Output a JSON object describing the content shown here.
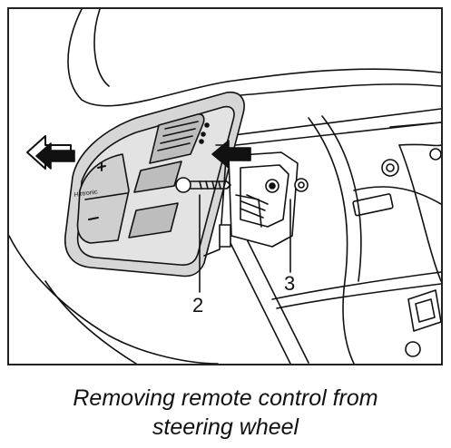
{
  "figure": {
    "callouts": [
      "2",
      "3"
    ],
    "arrows": [
      "removal-direction-arrow",
      "insertion-arrow"
    ],
    "control_brand": "Hirtronic",
    "control_button_symbols": [
      "+",
      "−"
    ]
  },
  "caption": {
    "line1": "Removing remote control from",
    "line2": "steering wheel"
  }
}
